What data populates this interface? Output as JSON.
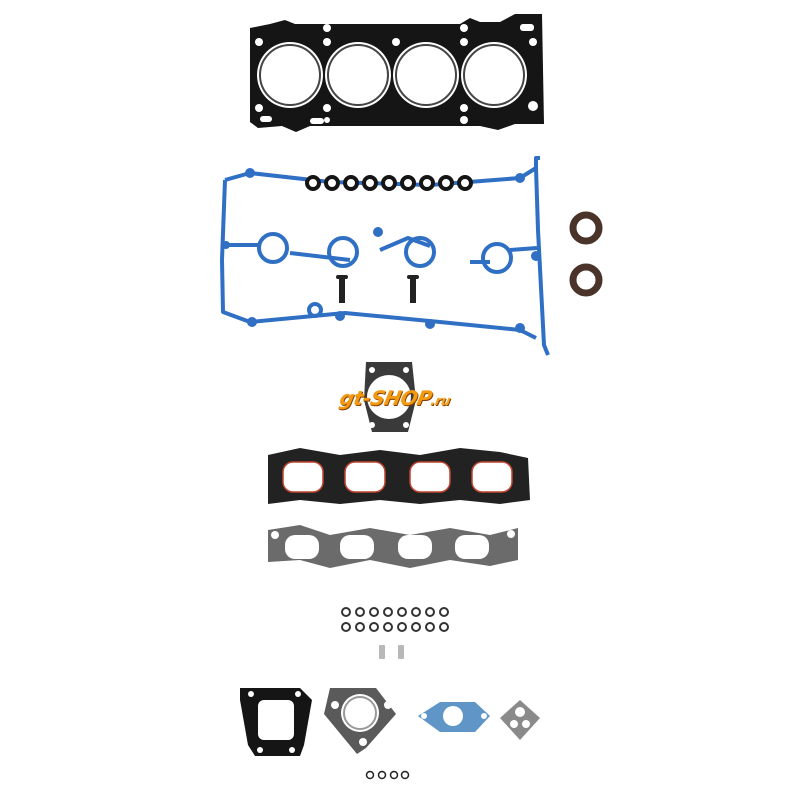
{
  "image": {
    "subject": "engine cylinder head gasket set",
    "background": "#ffffff",
    "watermark": {
      "brand": "gt-SHOP",
      "suffix": ".ru",
      "color": "#f29a12"
    }
  },
  "parts": [
    {
      "name": "cylinder-head-gasket",
      "color": "#1a1a1a",
      "bores": 4
    },
    {
      "name": "valve-cover-gasket",
      "color": "#2f6fc4"
    },
    {
      "name": "valve-stem-seals",
      "color": "#1a1a1a",
      "count": 9
    },
    {
      "name": "camshaft-seals",
      "color": "#4a3328",
      "count": 2
    },
    {
      "name": "valve-cover-bolts",
      "color": "#222222",
      "count": 2
    },
    {
      "name": "throttle-body-gasket",
      "color": "#3a3a3a"
    },
    {
      "name": "intake-manifold-gasket",
      "color": "#222222",
      "ports": 4,
      "accent": "#c0442e"
    },
    {
      "name": "exhaust-manifold-gasket",
      "color": "#6b6b6b",
      "ports": 4
    },
    {
      "name": "small-o-rings",
      "color": "#333333",
      "count": 16
    },
    {
      "name": "dowel-pins",
      "color": "#b8b8b8",
      "count": 2
    },
    {
      "name": "thermostat-housing-gasket",
      "color": "#1a1a1a"
    },
    {
      "name": "egr-flange-gasket",
      "color": "#5a5a5a"
    },
    {
      "name": "water-outlet-gasket",
      "color": "#5f95c7"
    },
    {
      "name": "idle-air-valve-gasket",
      "color": "#8a8a8a"
    },
    {
      "name": "tiny-o-rings",
      "color": "#222222",
      "count": 4
    }
  ]
}
